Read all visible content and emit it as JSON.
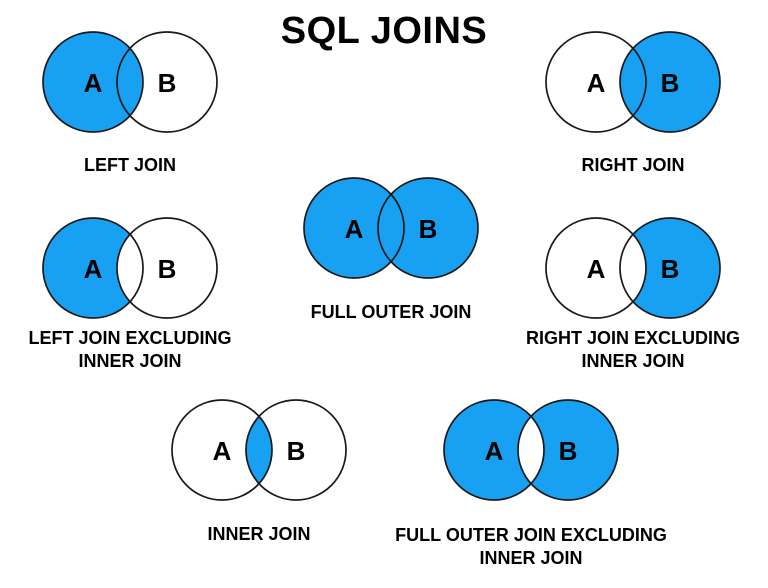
{
  "title": "SQL JOINS",
  "colors": {
    "region_fill": "#18A0F2",
    "circle_stroke": "#1A1A1A",
    "text": "#000000",
    "background": "#FFFFFF"
  },
  "diagrams": [
    {
      "id": "left-join",
      "label_lines": [
        "LEFT JOIN"
      ],
      "set_a": "A",
      "set_b": "B",
      "shaded": "left"
    },
    {
      "id": "right-join",
      "label_lines": [
        "RIGHT JOIN"
      ],
      "set_a": "A",
      "set_b": "B",
      "shaded": "right"
    },
    {
      "id": "left-join-excluding",
      "label_lines": [
        "LEFT JOIN EXCLUDING",
        "INNER JOIN"
      ],
      "set_a": "A",
      "set_b": "B",
      "shaded": "left-excl"
    },
    {
      "id": "full-outer-join",
      "label_lines": [
        "FULL OUTER JOIN"
      ],
      "set_a": "A",
      "set_b": "B",
      "shaded": "full"
    },
    {
      "id": "right-join-excluding",
      "label_lines": [
        "RIGHT JOIN EXCLUDING",
        "INNER JOIN"
      ],
      "set_a": "A",
      "set_b": "B",
      "shaded": "right-excl"
    },
    {
      "id": "inner-join",
      "label_lines": [
        "INNER JOIN"
      ],
      "set_a": "A",
      "set_b": "B",
      "shaded": "inner"
    },
    {
      "id": "full-outer-join-excluding",
      "label_lines": [
        "FULL OUTER JOIN EXCLUDING",
        "INNER JOIN"
      ],
      "set_a": "A",
      "set_b": "B",
      "shaded": "full-excl"
    }
  ]
}
